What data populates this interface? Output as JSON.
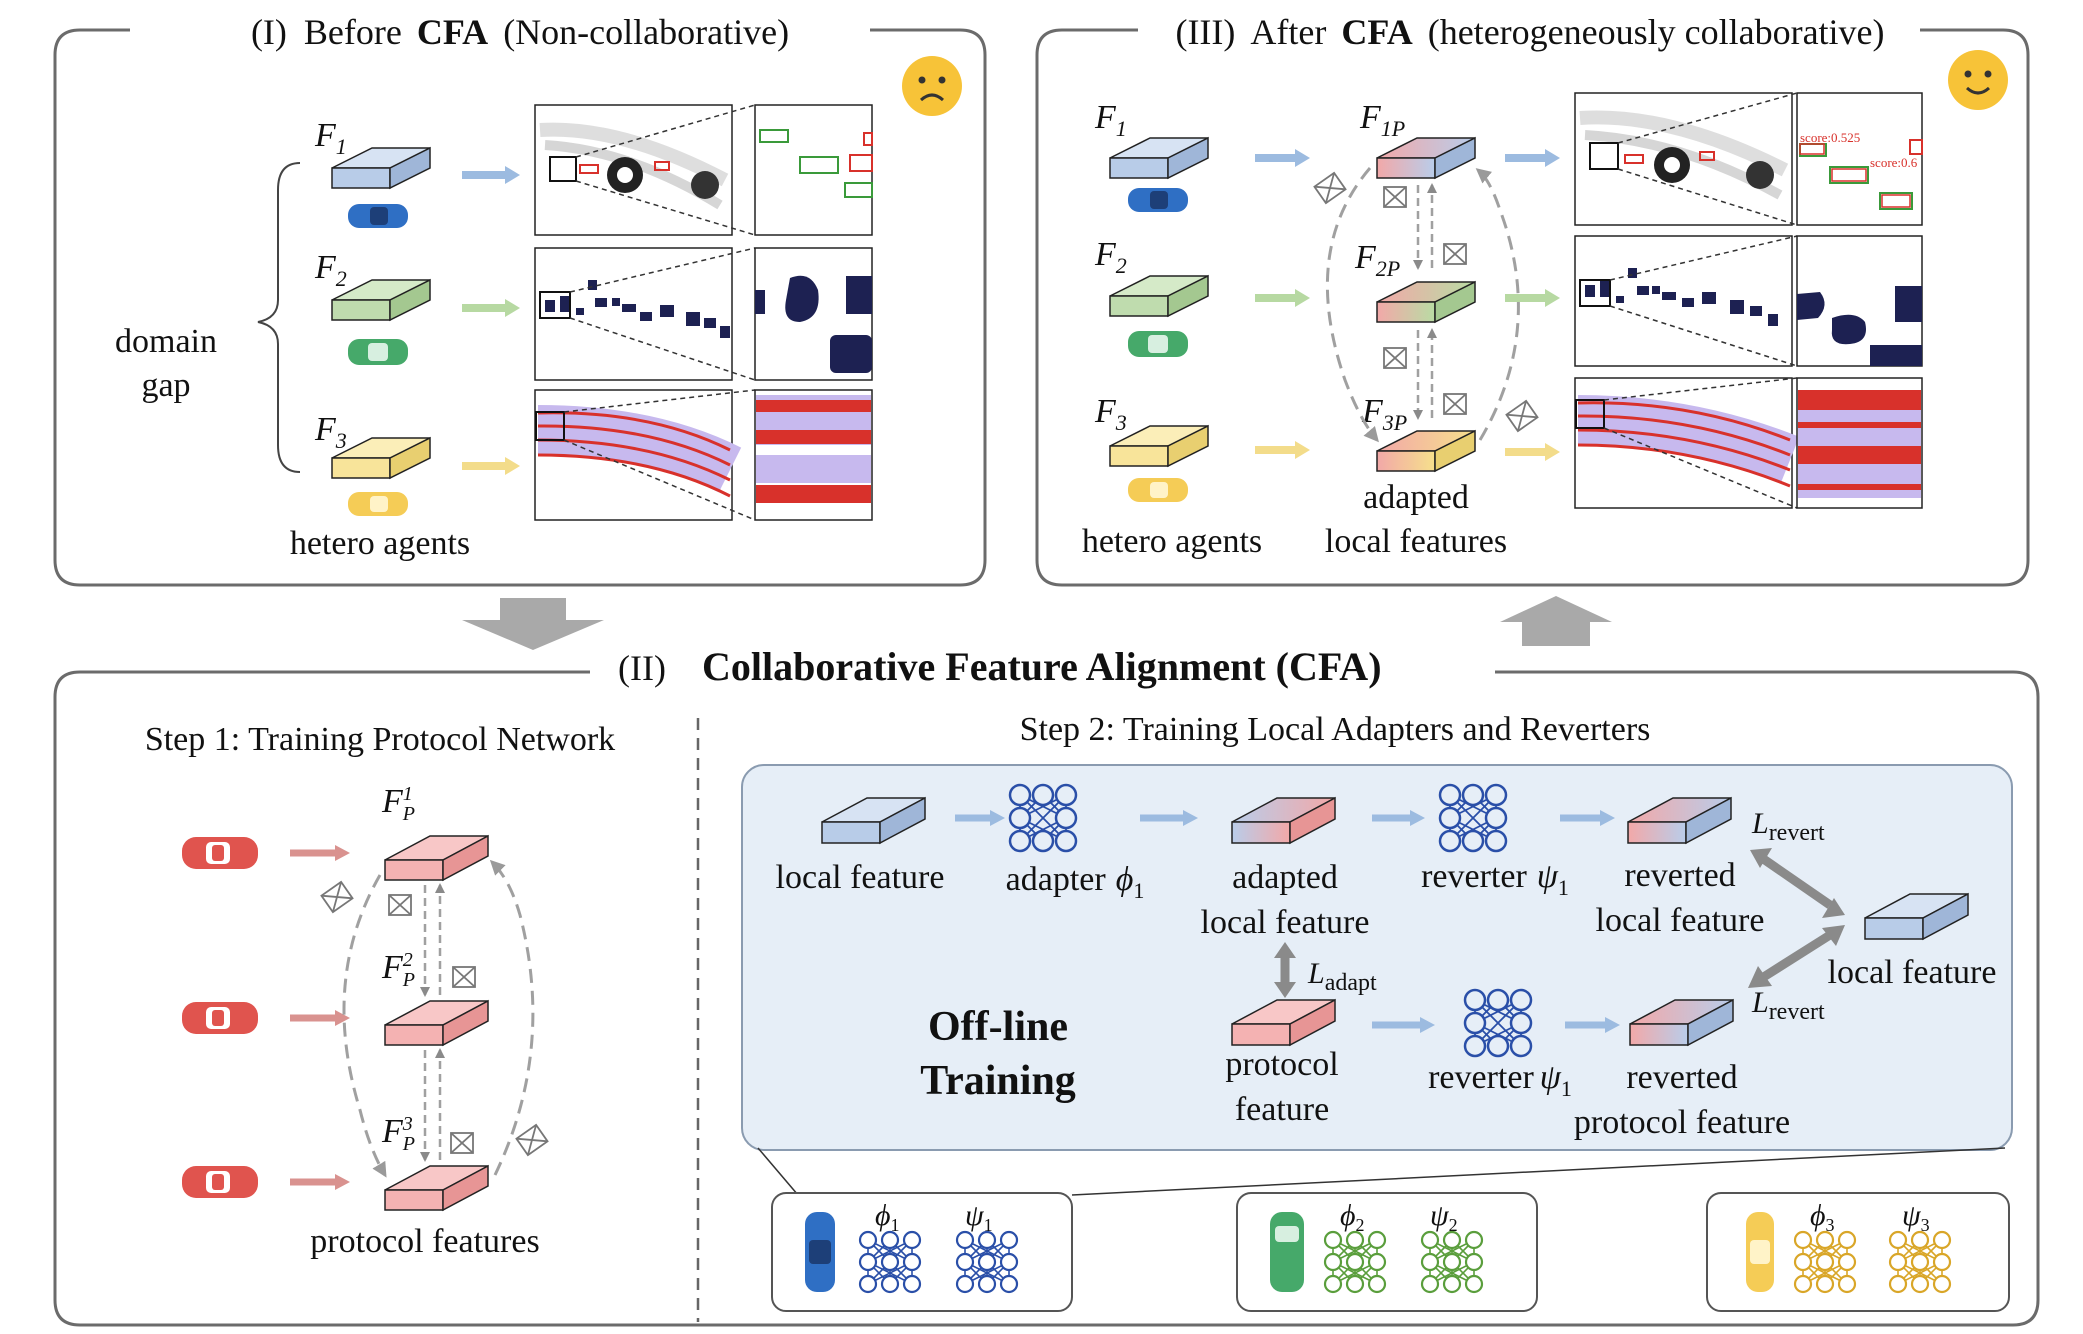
{
  "panel1": {
    "roman": "(I)",
    "title_pre": "Before",
    "title_bold": "CFA",
    "title_post": "(Non-collaborative)",
    "mood_icon": "sad-face-icon",
    "feature_labels": [
      "F",
      "F",
      "F"
    ],
    "feature_subs": [
      "1",
      "2",
      "3"
    ],
    "domain_gap": [
      "domain",
      "gap"
    ],
    "agents_label": "hetero agents"
  },
  "panel3": {
    "roman": "(III)",
    "title_pre": "After",
    "title_bold": "CFA",
    "title_post": "(heterogeneously collaborative)",
    "mood_icon": "happy-face-icon",
    "feature_labels": [
      "F",
      "F",
      "F"
    ],
    "feature_subs": [
      "1",
      "2",
      "3"
    ],
    "adapted_labels": [
      "F",
      "F",
      "F"
    ],
    "adapted_subs": [
      "1P",
      "2P",
      "3P"
    ],
    "score_labels": [
      "score:0.525",
      "score:0.6"
    ],
    "agents_label": "hetero agents",
    "adapted_caption": [
      "adapted",
      "local features"
    ]
  },
  "panel2": {
    "roman": "(II)",
    "title": "Collaborative Feature Alignment (CFA)",
    "step1_title": "Step 1: Training Protocol Network",
    "step2_title": "Step 2: Training Local Adapters and Reverters",
    "protocol_labels": [
      "F",
      "F",
      "F"
    ],
    "protocol_subs": [
      "P",
      "P",
      "P"
    ],
    "protocol_sups": [
      "1",
      "2",
      "3"
    ],
    "protocol_caption": "protocol features",
    "offline": [
      "Off-line",
      "Training"
    ],
    "flow": {
      "local_feature": "local feature",
      "adapter": "adapter",
      "phi": "ϕ",
      "sub1": "1",
      "adapted": [
        "adapted",
        "local feature"
      ],
      "reverter": "reverter",
      "psi": "ψ",
      "reverted_local": [
        "reverted",
        "local feature"
      ],
      "local_feature_right": "local feature",
      "protocol_feature": [
        "protocol",
        "feature"
      ],
      "reverted_protocol": [
        "reverted",
        "protocol feature"
      ],
      "loss_revert": "L",
      "loss_revert_sub": "revert",
      "loss_adapt": "L",
      "loss_adapt_sub": "adapt"
    },
    "agent_boxes": [
      {
        "phi": "ϕ",
        "psi": "ψ",
        "sub": "1",
        "color": "#2a4fa8"
      },
      {
        "phi": "ϕ",
        "psi": "ψ",
        "sub": "2",
        "color": "#5a9e3c"
      },
      {
        "phi": "ϕ",
        "psi": "ψ",
        "sub": "3",
        "color": "#d9a628"
      }
    ]
  },
  "colors": {
    "blue_feature": "#bcd0ea",
    "green_feature": "#bfdcae",
    "yellow_feature": "#f8e49a",
    "protocol_feature": "#f4b2b2",
    "offline_bg": "#e6eef7",
    "car_blue": "#2f6fc4",
    "car_green": "#46a96a",
    "car_yellow": "#f5cc56",
    "car_red": "#e0544e",
    "lane_red": "#d8312b",
    "lane_lilac": "#c7b9ee",
    "block_navy": "#1d2152"
  }
}
